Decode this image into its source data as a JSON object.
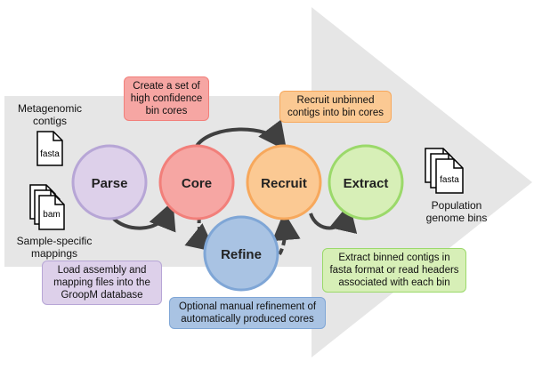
{
  "stages": {
    "parse": "Parse",
    "core": "Core",
    "recruit": "Recruit",
    "extract": "Extract",
    "refine": "Refine"
  },
  "inputs": {
    "metagenomic": "Metagenomic\ncontigs",
    "fasta_icon": "fasta",
    "bam_icon": "bam",
    "sample": "Sample-specific\nmappings"
  },
  "outputs": {
    "fasta_icon": "fasta",
    "population": "Population\ngenome bins"
  },
  "notes": {
    "core": "Create a set of\nhigh confidence\nbin cores",
    "recruit": "Recruit unbinned\ncontigs into bin cores",
    "parse": "Load assembly and\nmapping files into the\nGroopM database",
    "refine": "Optional manual refinement of\nautomatically produced cores",
    "extract": "Extract binned contigs in\nfasta format or read headers\nassociated with each bin"
  },
  "colors": {
    "arrow_bg": "#e6e6e6",
    "parse_fill": "#ddd0ea",
    "parse_stroke": "#b7a6d6",
    "core_fill": "#f6a6a3",
    "core_stroke": "#f27f7a",
    "recruit_fill": "#fbc993",
    "recruit_stroke": "#f7a85c",
    "extract_fill": "#d7efb7",
    "extract_stroke": "#9bd96a",
    "refine_fill": "#a9c3e3",
    "refine_stroke": "#7fa6d6",
    "flow_arrow": "#404040"
  }
}
